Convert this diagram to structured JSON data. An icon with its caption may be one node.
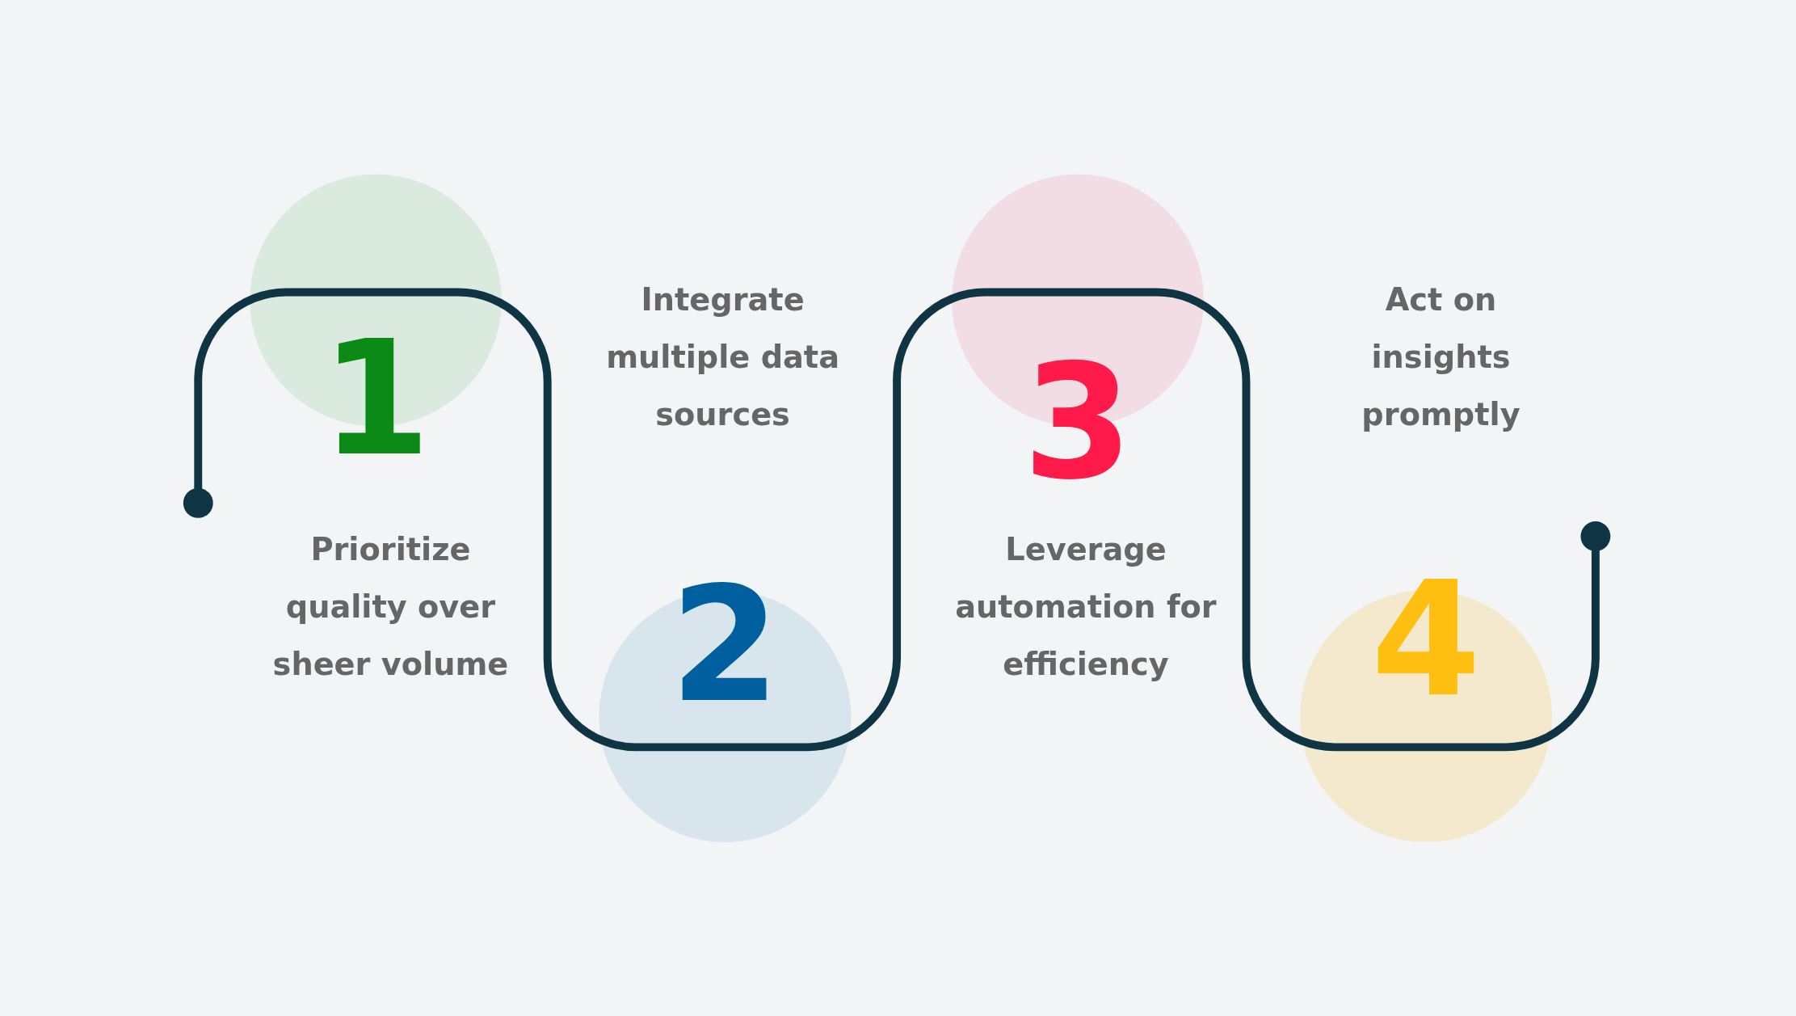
{
  "diagram": {
    "nodes": [
      {
        "text": [
          "1"
        ]
      },
      {
        "text": [
          "2"
        ]
      },
      {
        "text": [
          "3"
        ]
      },
      {
        "text": [
          "4"
        ]
      }
    ],
    "labels": [
      "Integrate multiple data sources",
      "Act on insights promptly",
      "Prioritize quality over sheer volume",
      "Leverage automation for efficiency"
    ]
  }
}
